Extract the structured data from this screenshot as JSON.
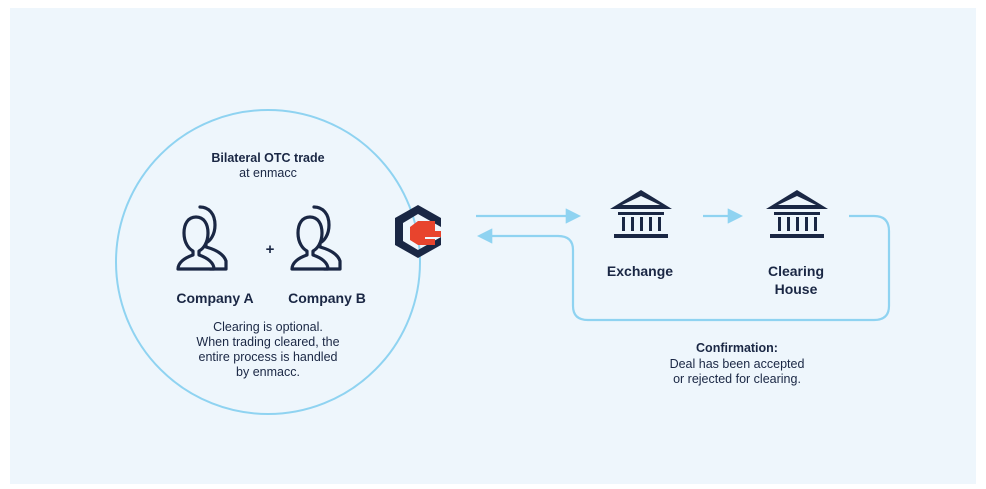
{
  "trade": {
    "title": "Bilateral OTC trade",
    "subtitle": "at enmacc"
  },
  "companies": {
    "a_label": "Company A",
    "b_label": "Company B",
    "plus": "+"
  },
  "clearing_note": {
    "text": "Clearing is optional.\nWhen trading cleared, the\nentire process is handled\nby enmacc."
  },
  "exchange": {
    "label": "Exchange"
  },
  "clearing_house": {
    "label": "Clearing\nHouse"
  },
  "confirmation": {
    "title": "Confirmation:",
    "text": "Deal has been accepted\nor rejected for clearing."
  },
  "colors": {
    "background": "#eef6fc",
    "navy": "#1a2744",
    "light_blue": "#8fd3f1",
    "logo_red": "#e8442d"
  },
  "icons": [
    "users-icon",
    "plus-sign",
    "enmacc-logo-icon",
    "bank-building-icon",
    "arrow-right",
    "arrow-left"
  ]
}
